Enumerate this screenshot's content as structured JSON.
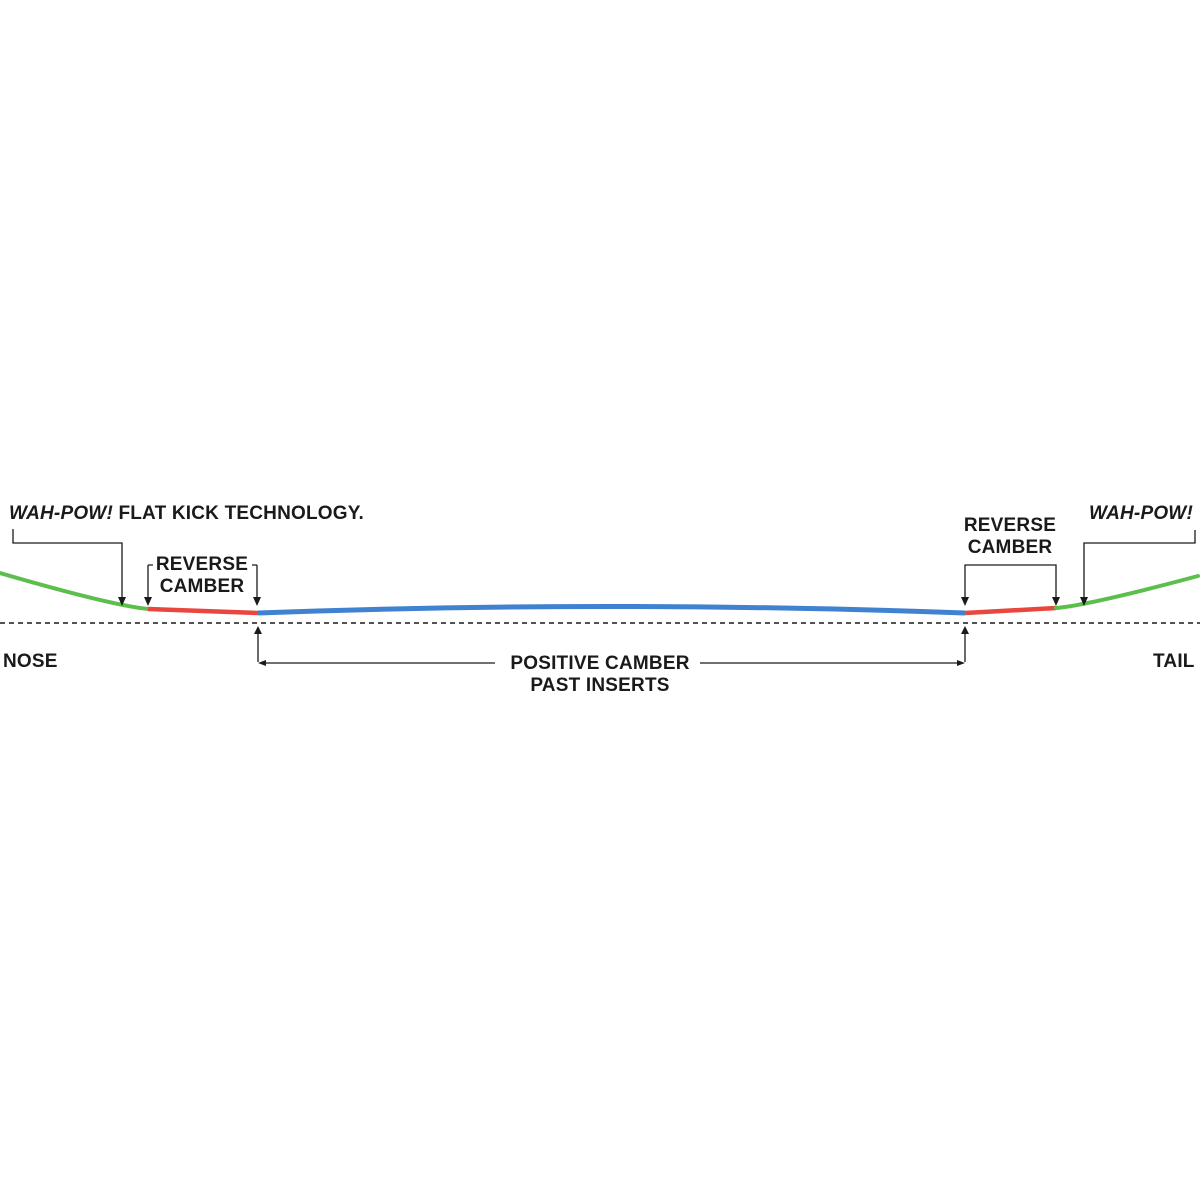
{
  "labels": {
    "nose": "NOSE",
    "tail": "TAIL",
    "wahpow_left_italic": "WAH-POW!",
    "wahpow_left_rest": " FLAT KICK TECHNOLOGY.",
    "wahpow_right": "WAH-POW!",
    "reverse_left_line1": "REVERSE",
    "reverse_left_line2": "CAMBER",
    "reverse_right_line1": "REVERSE",
    "reverse_right_line2": "CAMBER",
    "positive_line1": "POSITIVE CAMBER",
    "positive_line2": "PAST INSERTS"
  },
  "colors": {
    "flat_kick": "#5cbf4c",
    "reverse_camber": "#e8463f",
    "positive_camber": "#3f82d0",
    "annotation": "#1a1a1a",
    "baseline": "#1a1a1a"
  }
}
